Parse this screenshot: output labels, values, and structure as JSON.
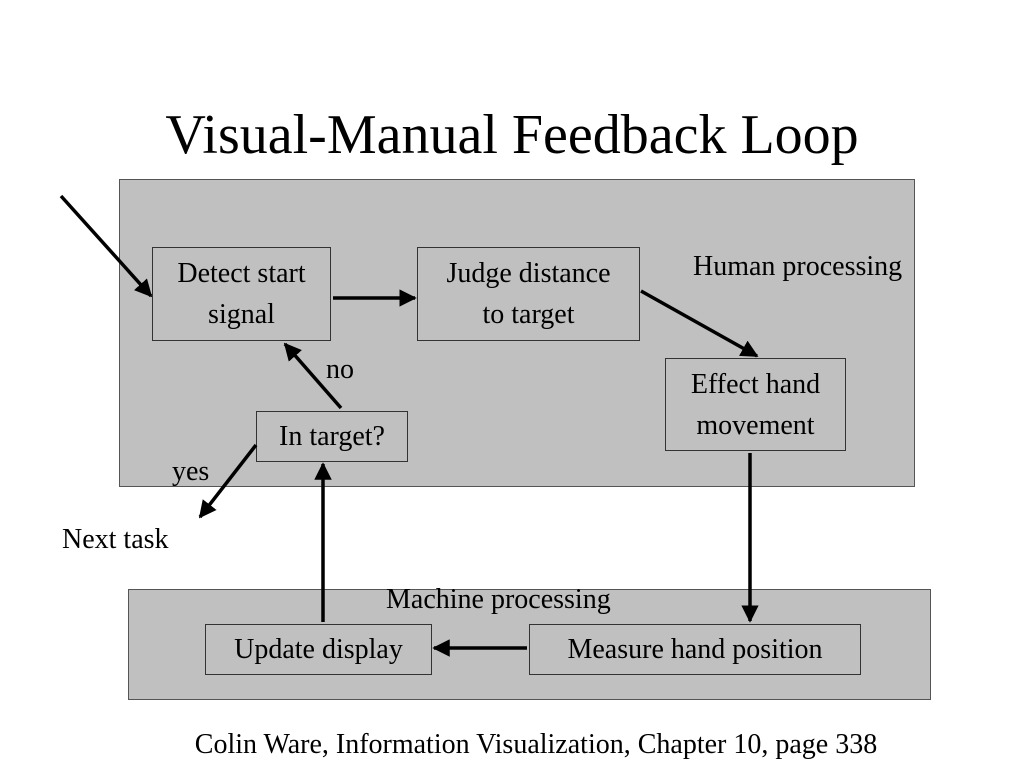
{
  "title": "Visual-Manual Feedback Loop",
  "regions": {
    "human": "Human processing",
    "machine": "Machine processing"
  },
  "nodes": {
    "detect": "Detect start\nsignal",
    "judge": "Judge distance\nto target",
    "effect": "Effect hand\nmovement",
    "in_target": "In target?",
    "update": "Update display",
    "measure": "Measure hand position"
  },
  "edge_labels": {
    "no": "no",
    "yes": "yes"
  },
  "next_task": "Next task",
  "credit": "Colin Ware, Information Visualization, Chapter 10, page 338"
}
